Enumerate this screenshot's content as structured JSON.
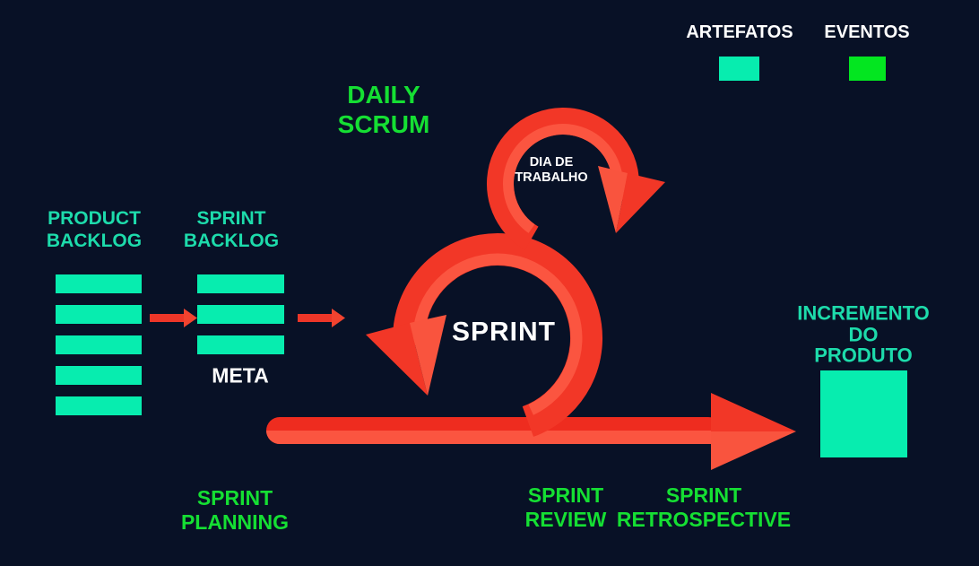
{
  "title": "Scrum framework diagram (pt-BR)",
  "colors": {
    "background": "#081126",
    "artifact_mint": "#07EDAF",
    "event_green": "#03E620",
    "teal_text": "#1DDBAB",
    "green_text": "#15DF33",
    "red_main": "#F23727",
    "red_dark": "#EE2C1F",
    "red_light": "#FB5540",
    "white_text": "#FFFFFF"
  },
  "legend": {
    "artefatos": {
      "label": "ARTEFATOS",
      "color": "#07EDAF"
    },
    "eventos": {
      "label": "EVENTOS",
      "color": "#03E620"
    }
  },
  "artifacts": {
    "product_backlog": {
      "label": "PRODUCT\nBACKLOG",
      "bar_count": 5
    },
    "sprint_backlog": {
      "label": "SPRINT\nBACKLOG",
      "bar_count": 3,
      "meta_label": "META"
    },
    "increment": {
      "label": "INCREMENTO\nDO PRODUTO"
    }
  },
  "events": {
    "daily_scrum": "DAILY\nSCRUM",
    "sprint_planning": "SPRINT\nPLANNING",
    "sprint_review": "SPRINT\nREVIEW",
    "sprint_retrospective": "SPRINT\nRETROSPECTIVE"
  },
  "loop": {
    "sprint_label": "SPRINT",
    "work_day_label": "DIA DE\nTRABALHO"
  }
}
